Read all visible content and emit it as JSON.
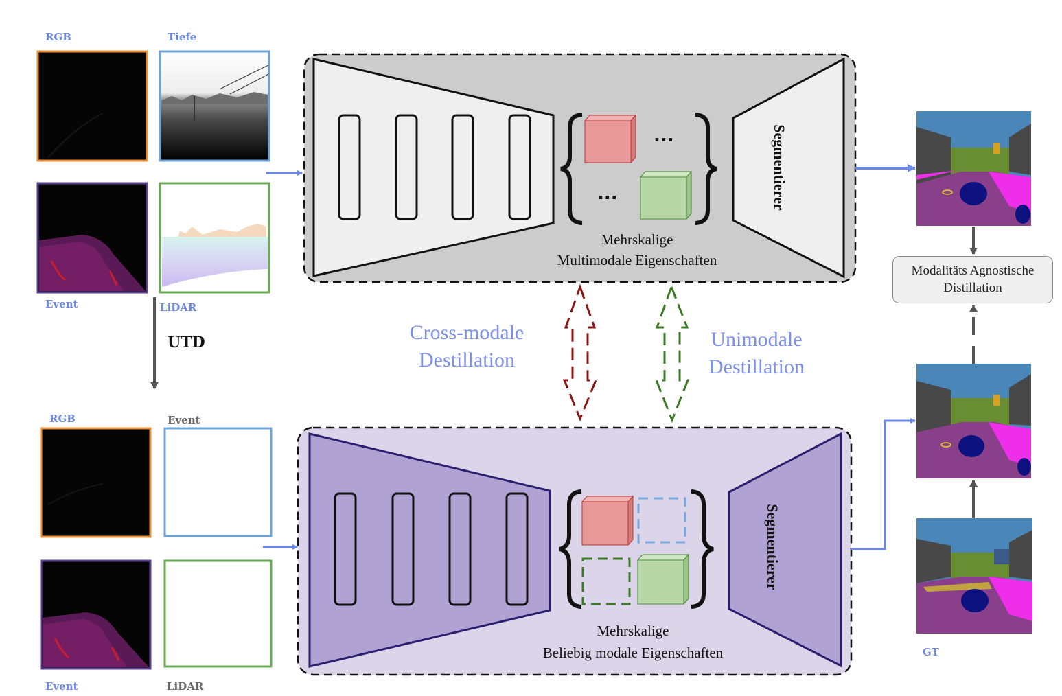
{
  "teacher": {
    "inputs": {
      "rgb": "RGB",
      "depth": "Tiefe",
      "event": "Event",
      "lidar": "LiDAR"
    },
    "features_line1": "Mehrskalige",
    "features_line2": "Multimodale Eigenschaften",
    "segmenter": "Segmentierer"
  },
  "utd": "UTD",
  "student": {
    "inputs": {
      "rgb": "RGB",
      "event_top": "Event",
      "event": "Event",
      "lidar": "LiDAR"
    },
    "features_line1": "Mehrskalige",
    "features_line2": "Beliebig modale Eigenschaften",
    "segmenter": "Segmentierer"
  },
  "distillation": {
    "cross_line1": "Cross-modale",
    "cross_line2": "Destillation",
    "uni_line1": "Unimodale",
    "uni_line2": "Destillation"
  },
  "mad": {
    "line1": "Modalitäts Agnostische",
    "line2": "Distillation"
  },
  "gt_label": "GT",
  "feature_dots": "...",
  "colors": {
    "rgb_border": "#e8913a",
    "depth_border": "#6fa3d8",
    "event_border": "#5a3f8c",
    "lidar_border": "#6aaa55",
    "label_blue": "#6b87e8",
    "label_gray": "#666666",
    "cross_arrow": "#8b1414",
    "uni_arrow": "#3d7a25",
    "teacher_bg": "#cccccc",
    "student_bg": "#dcd5ea",
    "student_fill": "#b0a3d4",
    "student_stroke": "#2a1e6e",
    "red_cube": "#e89a9a",
    "green_cube": "#b7d8a6",
    "sky": "#4a86b8",
    "road": "#8a3f8a",
    "sidewalk": "#ee2ee8",
    "car": "#0d1280",
    "building": "#484848",
    "vegetation": "#6b8e23"
  }
}
